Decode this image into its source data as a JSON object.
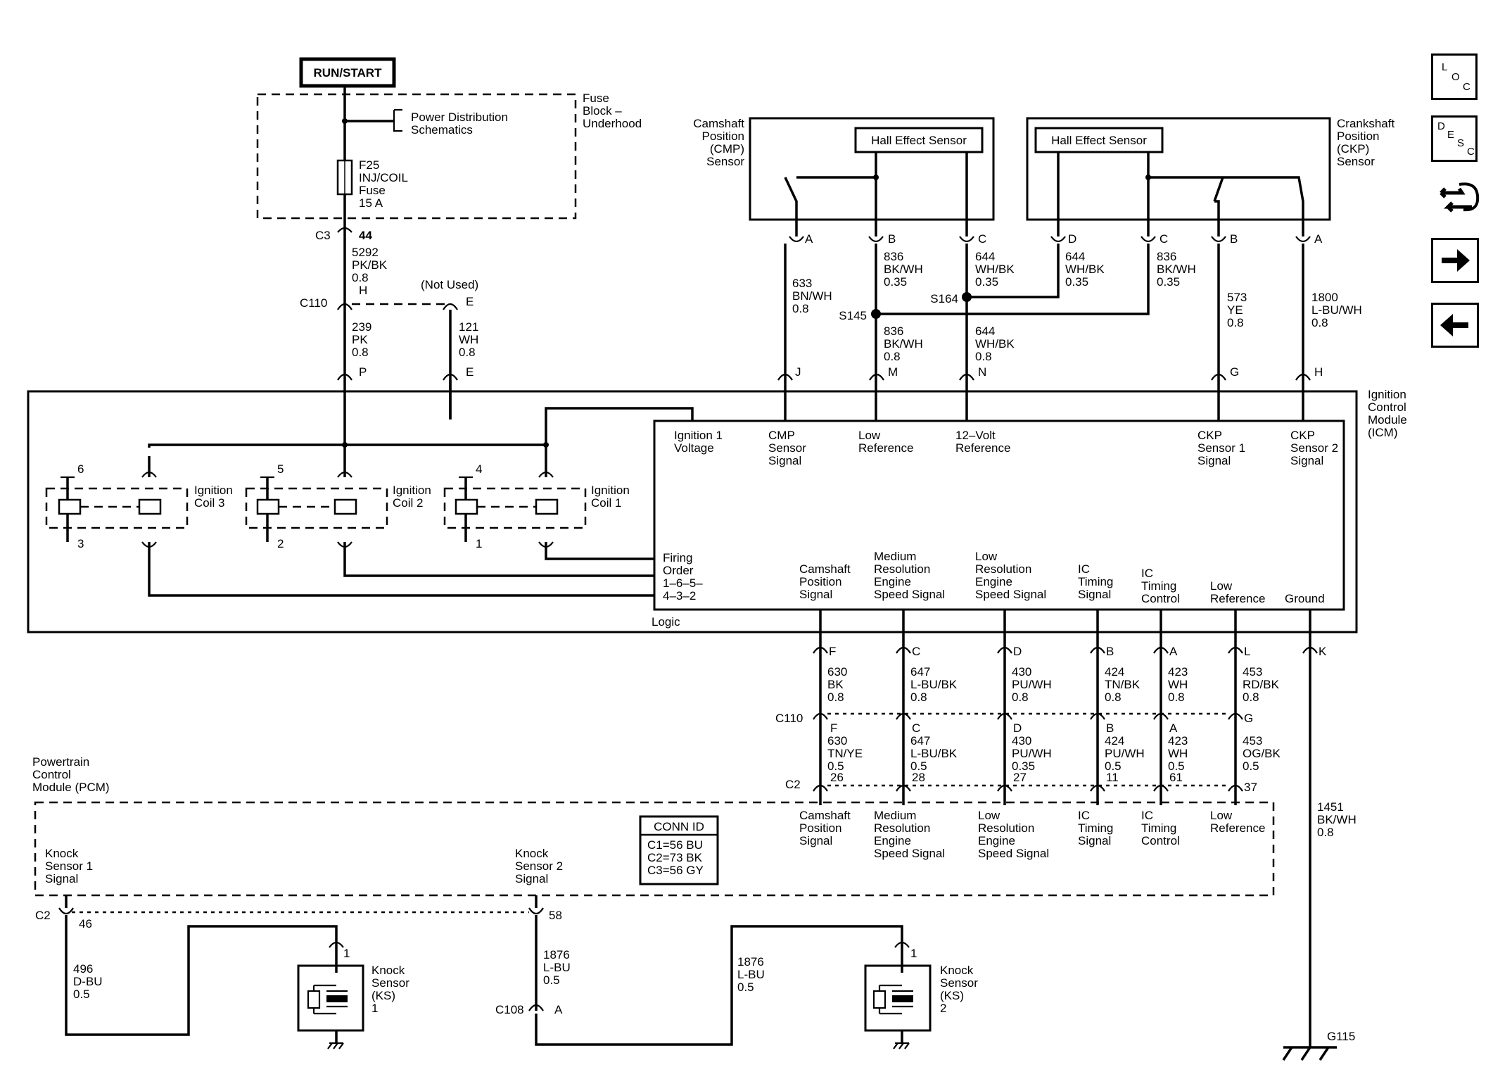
{
  "power": {
    "run_start": "RUN/START"
  },
  "fuse_block": {
    "title_lines": [
      "Fuse",
      "Block –",
      "Underhood"
    ],
    "pds_lines": [
      "Power Distribution",
      "Schematics"
    ],
    "fuse_lines": [
      "F25",
      "INJ/COIL",
      "Fuse",
      "15 A"
    ]
  },
  "conn_c3": {
    "name": "C3",
    "pin": "44"
  },
  "wire_5292": [
    "5292",
    "PK/BK",
    "0.8"
  ],
  "c110_top": {
    "name": "C110",
    "pin_h": "H",
    "not_used": "(Not Used)",
    "pin_e": "E"
  },
  "wire_239": [
    "239",
    "PK",
    "0.8"
  ],
  "wire_121": [
    "121",
    "WH",
    "0.8"
  ],
  "icm_pins_top": {
    "p": "P",
    "e": "E",
    "j": "J",
    "m": "M",
    "n": "N",
    "g": "G",
    "h": "H"
  },
  "cmp_sensor": {
    "title_lines": [
      "Camshaft",
      "Position",
      "(CMP)",
      "Sensor"
    ],
    "hall": "Hall Effect Sensor",
    "pins": [
      "A",
      "B",
      "C"
    ]
  },
  "ckp_sensor": {
    "title_lines": [
      "Crankshaft",
      "Position",
      "(CKP)",
      "Sensor"
    ],
    "hall": "Hall Effect Sensor",
    "pins": [
      "D",
      "C",
      "B",
      "A"
    ]
  },
  "wire_633": [
    "633",
    "BN/WH",
    "0.8"
  ],
  "wire_836_a": [
    "836",
    "BK/WH",
    "0.35"
  ],
  "wire_644_a": [
    "644",
    "WH/BK",
    "0.35"
  ],
  "wire_644_b": [
    "644",
    "WH/BK",
    "0.35"
  ],
  "wire_836_b": [
    "836",
    "BK/WH",
    "0.35"
  ],
  "wire_573": [
    "573",
    "YE",
    "0.8"
  ],
  "wire_1800": [
    "1800",
    "L-BU/WH",
    "0.8"
  ],
  "splice": {
    "s145": "S145",
    "s164": "S164"
  },
  "wire_836_c": [
    "836",
    "BK/WH",
    "0.8"
  ],
  "wire_644_c": [
    "644",
    "WH/BK",
    "0.8"
  ],
  "icm": {
    "title_lines": [
      "Ignition",
      "Control",
      "Module",
      "(ICM)"
    ],
    "inputs": [
      [
        "Ignition 1",
        "Voltage"
      ],
      [
        "CMP",
        "Sensor",
        "Signal"
      ],
      [
        "Low",
        "Reference"
      ],
      [
        "12–Volt",
        "Reference"
      ],
      [
        "CKP",
        "Sensor 1",
        "Signal"
      ],
      [
        "CKP",
        "Sensor 2",
        "Signal"
      ]
    ],
    "firing_lines": [
      "Firing",
      "Order",
      "1–6–5–",
      "4–3–2"
    ],
    "outputs": [
      [
        "Camshaft",
        "Position",
        "Signal"
      ],
      [
        "Medium",
        "Resolution",
        "Engine",
        "Speed Signal"
      ],
      [
        "Low",
        "Resolution",
        "Engine",
        "Speed Signal"
      ],
      [
        "IC",
        "Timing",
        "Signal"
      ],
      [
        "IC",
        "Timing",
        "Control"
      ],
      [
        "Low",
        "Reference"
      ],
      [
        "Ground"
      ]
    ],
    "logic": "Logic"
  },
  "coils": [
    {
      "label_lines": [
        "Ignition",
        "Coil 3"
      ],
      "left": "6",
      "bottom": "3"
    },
    {
      "label_lines": [
        "Ignition",
        "Coil 2"
      ],
      "left": "5",
      "bottom": "2"
    },
    {
      "label_lines": [
        "Ignition",
        "Coil 1"
      ],
      "left": "4",
      "bottom": "1"
    }
  ],
  "icm_pins_bottom": [
    "F",
    "C",
    "D",
    "B",
    "A",
    "L",
    "K"
  ],
  "wires_icm_out": [
    [
      "630",
      "BK",
      "0.8"
    ],
    [
      "647",
      "L-BU/BK",
      "0.8"
    ],
    [
      "430",
      "PU/WH",
      "0.8"
    ],
    [
      "424",
      "TN/BK",
      "0.8"
    ],
    [
      "423",
      "WH",
      "0.8"
    ],
    [
      "453",
      "RD/BK",
      "0.8"
    ]
  ],
  "c110_bottom": {
    "name": "C110",
    "pins": [
      "F",
      "C",
      "D",
      "B",
      "A",
      "G"
    ]
  },
  "wires_pcm_in": [
    [
      "630",
      "TN/YE",
      "0.5"
    ],
    [
      "647",
      "L-BU/BK",
      "0.5"
    ],
    [
      "430",
      "PU/WH",
      "0.35"
    ],
    [
      "424",
      "PU/WH",
      "0.5"
    ],
    [
      "423",
      "WH",
      "0.5"
    ],
    [
      "453",
      "OG/BK",
      "0.5"
    ]
  ],
  "c2_bottom": {
    "name": "C2",
    "pins": [
      "26",
      "28",
      "27",
      "11",
      "61",
      "37"
    ]
  },
  "pcm": {
    "title_lines": [
      "Powertrain",
      "Control",
      "Module (PCM)"
    ],
    "inputs": [
      [
        "Camshaft",
        "Position",
        "Signal"
      ],
      [
        "Medium",
        "Resolution",
        "Engine",
        "Speed Signal"
      ],
      [
        "Low",
        "Resolution",
        "Engine",
        "Speed Signal"
      ],
      [
        "IC",
        "Timing",
        "Signal"
      ],
      [
        "IC",
        "Timing",
        "Control"
      ],
      [
        "Low",
        "Reference"
      ]
    ],
    "ks1_lines": [
      "Knock",
      "Sensor 1",
      "Signal"
    ],
    "ks2_lines": [
      "Knock",
      "Sensor 2",
      "Signal"
    ]
  },
  "conn_id": {
    "title": "CONN ID",
    "lines": [
      "C1=56 BU",
      "C2=73 BK",
      "C3=56 GY"
    ]
  },
  "wire_1451": [
    "1451",
    "BK/WH",
    "0.8"
  ],
  "ground": {
    "name": "G115"
  },
  "c2_knock": {
    "name": "C2",
    "pin1": "46",
    "pin2": "58"
  },
  "wire_496": [
    "496",
    "D-BU",
    "0.5"
  ],
  "wire_1876_a": [
    "1876",
    "L-BU",
    "0.5"
  ],
  "wire_1876_b": [
    "1876",
    "L-BU",
    "0.5"
  ],
  "c108": {
    "name": "C108",
    "pin": "A"
  },
  "knock_sensors": [
    {
      "label_lines": [
        "Knock",
        "Sensor",
        "(KS)",
        "1"
      ],
      "pin": "1"
    },
    {
      "label_lines": [
        "Knock",
        "Sensor",
        "(KS)",
        "2"
      ],
      "pin": "1"
    }
  ],
  "nav": {
    "loc": [
      "L",
      "O",
      "C"
    ],
    "desc": [
      "D",
      "E",
      "S",
      "C"
    ],
    "icons": [
      "connector-swap-icon",
      "arrow-right-icon",
      "arrow-left-icon"
    ]
  }
}
